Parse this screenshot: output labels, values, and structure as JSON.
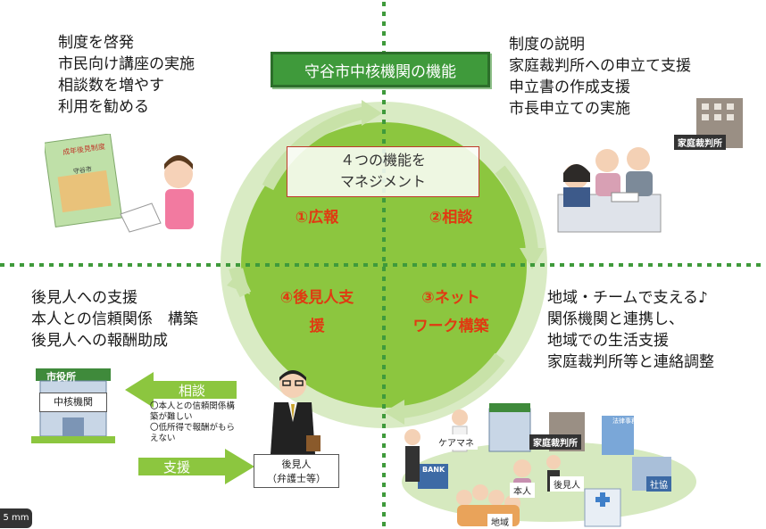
{
  "title": "守谷市中核機関の機能",
  "center": {
    "line1": "４つの機能を",
    "line2": "マネジメント"
  },
  "functions": {
    "f1": "①広報",
    "f2": "②相談",
    "f3_line1": "③ネット",
    "f3_line2": "ワーク構築",
    "f4_line1": "④後見人支",
    "f4_line2": "援"
  },
  "top_left": [
    "制度を啓発",
    "市民向け講座の実施",
    "相談数を増やす",
    "利用を勧める"
  ],
  "top_right": [
    "制度の説明",
    "家庭裁判所への申立て支援",
    "申立書の作成支援",
    "市長申立ての実施"
  ],
  "bottom_left": [
    "後見人への支援",
    "本人との信頼関係　構築",
    "後見人への報酬助成"
  ],
  "bottom_right": [
    "地域・チームで支える♪",
    "関係機関と連携し、",
    "地域での生活支援",
    "家庭裁判所等と連絡調整"
  ],
  "labels": {
    "city_hall": "市役所",
    "chukaku": "中核機関",
    "soudan": "相談",
    "shien": "支援",
    "guardian_line1": "後見人",
    "guardian_line2": "（弁護士等）",
    "family_court": "家庭裁判所",
    "care_manager": "ケアマネ",
    "honnin": "本人",
    "kouken": "後見人",
    "chiiki": "地域",
    "bank": "BANK",
    "shakyo": "社協",
    "law_office": "法律事務所",
    "booklet_title": "成年後見制度",
    "booklet_sub": "守谷市"
  },
  "notes": [
    "〇本人との信頼関係構",
    "築が難しい",
    "〇低所得で報酬がもら",
    "えない"
  ],
  "scale_text": "5 mm",
  "colors": {
    "green": "#3f9a3b",
    "light_green": "#8cc63f",
    "red": "#e03a12",
    "dot_green": "#3f9a3b"
  }
}
